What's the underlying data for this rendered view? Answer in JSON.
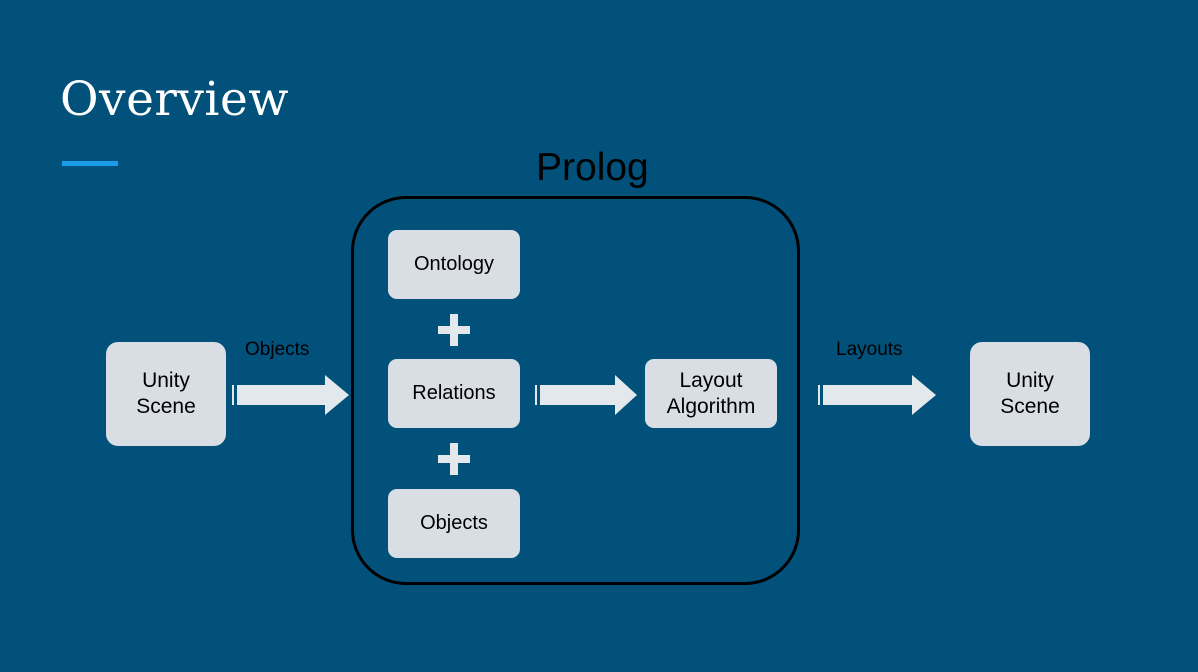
{
  "slide": {
    "title": "Overview"
  },
  "diagram": {
    "group_label": "Prolog",
    "nodes": {
      "unity_scene_in": "Unity\nScene",
      "ontology": "Ontology",
      "relations": "Relations",
      "objects": "Objects",
      "layout_algorithm": "Layout\nAlgorithm",
      "unity_scene_out": "Unity\nScene"
    },
    "edge_labels": {
      "objects": "Objects",
      "layouts": "Layouts"
    }
  },
  "colors": {
    "background": "#01517b",
    "accent": "#1c9be6",
    "node_fill": "#d8dee4"
  }
}
